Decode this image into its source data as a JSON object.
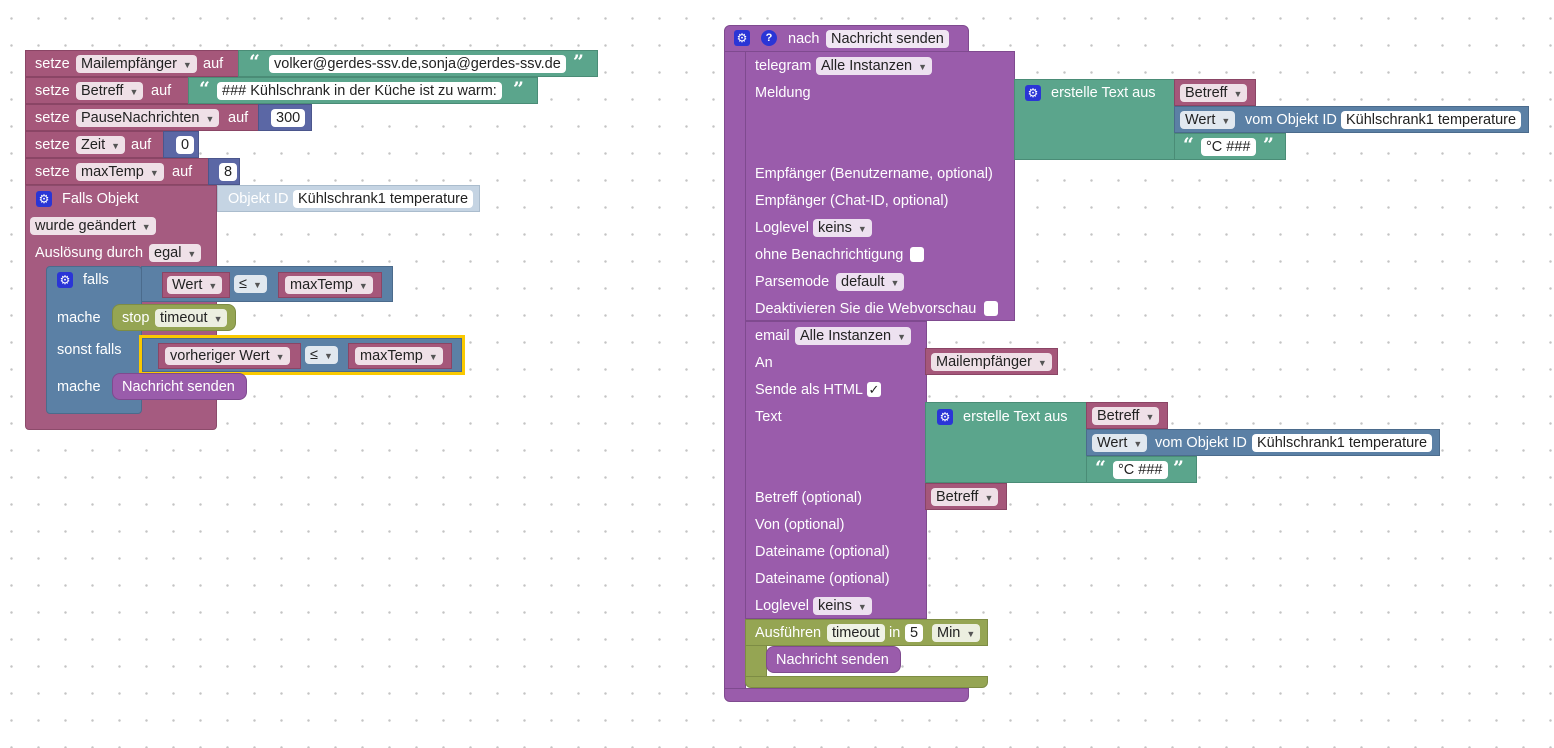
{
  "left": {
    "set1": {
      "kw": "setze",
      "var": "Mailempfänger",
      "auf": "auf",
      "value": "volker@gerdes-ssv.de,sonja@gerdes-ssv.de"
    },
    "set2": {
      "kw": "setze",
      "var": "Betreff",
      "auf": "auf",
      "value": "### Kühlschrank in der Küche ist zu warm:"
    },
    "set3": {
      "kw": "setze",
      "var": "PauseNachrichten",
      "auf": "auf",
      "value": "300"
    },
    "set4": {
      "kw": "setze",
      "var": "Zeit",
      "auf": "auf",
      "value": "0"
    },
    "set5": {
      "kw": "setze",
      "var": "maxTemp",
      "auf": "auf",
      "value": "8"
    },
    "trigger": {
      "title": "Falls Objekt",
      "objekt_label": "Objekt ID",
      "objekt_id": "Kühlschrank1 temperature",
      "changed": "wurde geändert",
      "ausloesung": "Auslösung durch",
      "ausloesung_value": "egal"
    },
    "if": {
      "falls": "falls",
      "wert": "Wert",
      "op": "≤",
      "maxTemp": "maxTemp",
      "mache": "mache",
      "stop": "stop",
      "timeout": "timeout",
      "sonst": "sonst falls",
      "vorheriger": "vorheriger Wert",
      "op2": "≤",
      "maxTemp2": "maxTemp",
      "mache2": "mache",
      "call": "Nachricht senden"
    }
  },
  "right": {
    "header": {
      "nach": "nach",
      "name": "Nachricht senden"
    },
    "telegram": {
      "label": "telegram",
      "instanz": "Alle Instanzen",
      "meldung": "Meldung",
      "text_title": "erstelle Text aus",
      "betreff": "Betreff",
      "wert": "Wert",
      "vom": "vom Objekt ID",
      "objekt_id": "Kühlschrank1 temperature",
      "suffix": "°C ###",
      "empf_user": "Empfänger (Benutzername, optional)",
      "empf_chat": "Empfänger (Chat-ID, optional)",
      "loglevel": "Loglevel",
      "loglevel_value": "keins",
      "ohne": "ohne Benachrichtigung",
      "parsemode": "Parsemode",
      "parsemode_value": "default",
      "deaktivieren": "Deaktivieren Sie die Webvorschau"
    },
    "email": {
      "label": "email",
      "instanz": "Alle Instanzen",
      "an": "An",
      "an_value": "Mailempfänger",
      "html": "Sende als HTML",
      "html_check": "✓",
      "text": "Text",
      "text_title": "erstelle Text aus",
      "betreff": "Betreff",
      "wert": "Wert",
      "vom": "vom Objekt ID",
      "objekt_id": "Kühlschrank1 temperature",
      "suffix": "°C ###",
      "betreff_opt": "Betreff (optional)",
      "betreff_value": "Betreff",
      "von": "Von (optional)",
      "datei1": "Dateiname (optional)",
      "datei2": "Dateiname (optional)",
      "loglevel": "Loglevel",
      "loglevel_value": "keins"
    },
    "timeout": {
      "label": "Ausführen",
      "name": "timeout",
      "in": "in",
      "value": "5",
      "unit": "Min",
      "call": "Nachricht senden"
    }
  },
  "icons": {
    "gear": "⚙",
    "help": "?",
    "arrow": "▼",
    "quote_open": "“",
    "quote_close": "”"
  },
  "colors": {
    "variable": "#a5577a",
    "text": "#5ba58c",
    "number": "#5b67a5",
    "logic": "#5b80a5",
    "trigger": "#a55b80",
    "function": "#9a5cab",
    "timeout": "#95a553"
  }
}
